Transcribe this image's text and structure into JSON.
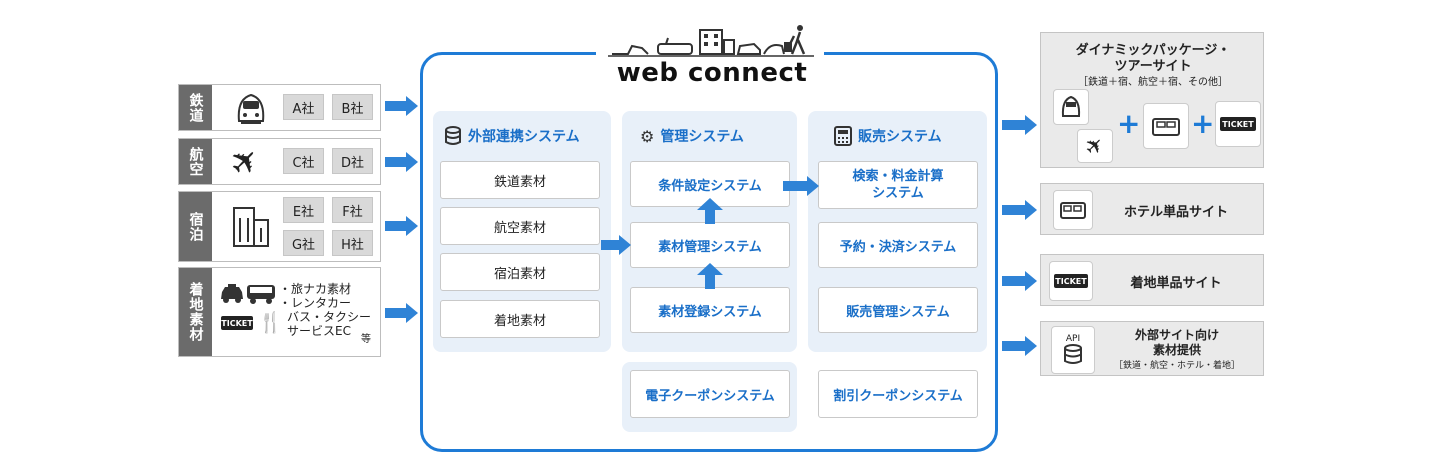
{
  "logo": {
    "text": "web connect"
  },
  "left": {
    "rail": {
      "tab": "鉄道",
      "companies": [
        "A社",
        "B社"
      ]
    },
    "air": {
      "tab": "航空",
      "companies": [
        "C社",
        "D社"
      ]
    },
    "hotel": {
      "tab": "宿泊",
      "companies": [
        "E社",
        "F社",
        "G社",
        "H社"
      ]
    },
    "materials": {
      "tab": "着地素材",
      "ticket": "TICKET",
      "lines": [
        "・旅ナカ素材",
        "・レンタカー",
        "バス・タクシー",
        "サービスEC"
      ],
      "etc": "等"
    }
  },
  "panels": {
    "external": {
      "title": "外部連携システム",
      "items": [
        "鉄道素材",
        "航空素材",
        "宿泊素材",
        "着地素材"
      ]
    },
    "management": {
      "title": "管理システム",
      "items": [
        "条件設定システム",
        "素材管理システム",
        "素材登録システム"
      ]
    },
    "sales": {
      "title": "販売システム",
      "items": [
        "検索・料金計算\nシステム",
        "予約・決済システム",
        "販売管理システム"
      ]
    },
    "coupon": {
      "label": "電子クーポンシステム"
    },
    "discount": {
      "label": "割引クーポンシステム"
    }
  },
  "right": {
    "package": {
      "title1": "ダイナミックパッケージ・",
      "title2": "ツアーサイト",
      "sub": "［鉄道＋宿、航空＋宿、その他］",
      "ticket": "TICKET"
    },
    "hotel": {
      "label": "ホテル単品サイト"
    },
    "local": {
      "label": "着地単品サイト",
      "ticket": "TICKET"
    },
    "api": {
      "icon_label": "API",
      "title1": "外部サイト向け",
      "title2": "素材提供",
      "sub": "［鉄道・航空・ホテル・着地］"
    }
  },
  "colors": {
    "accent": "#1e7bd6",
    "panel": "#e8f0f9",
    "tab": "#6b6b6b",
    "output": "#eaeaea"
  }
}
